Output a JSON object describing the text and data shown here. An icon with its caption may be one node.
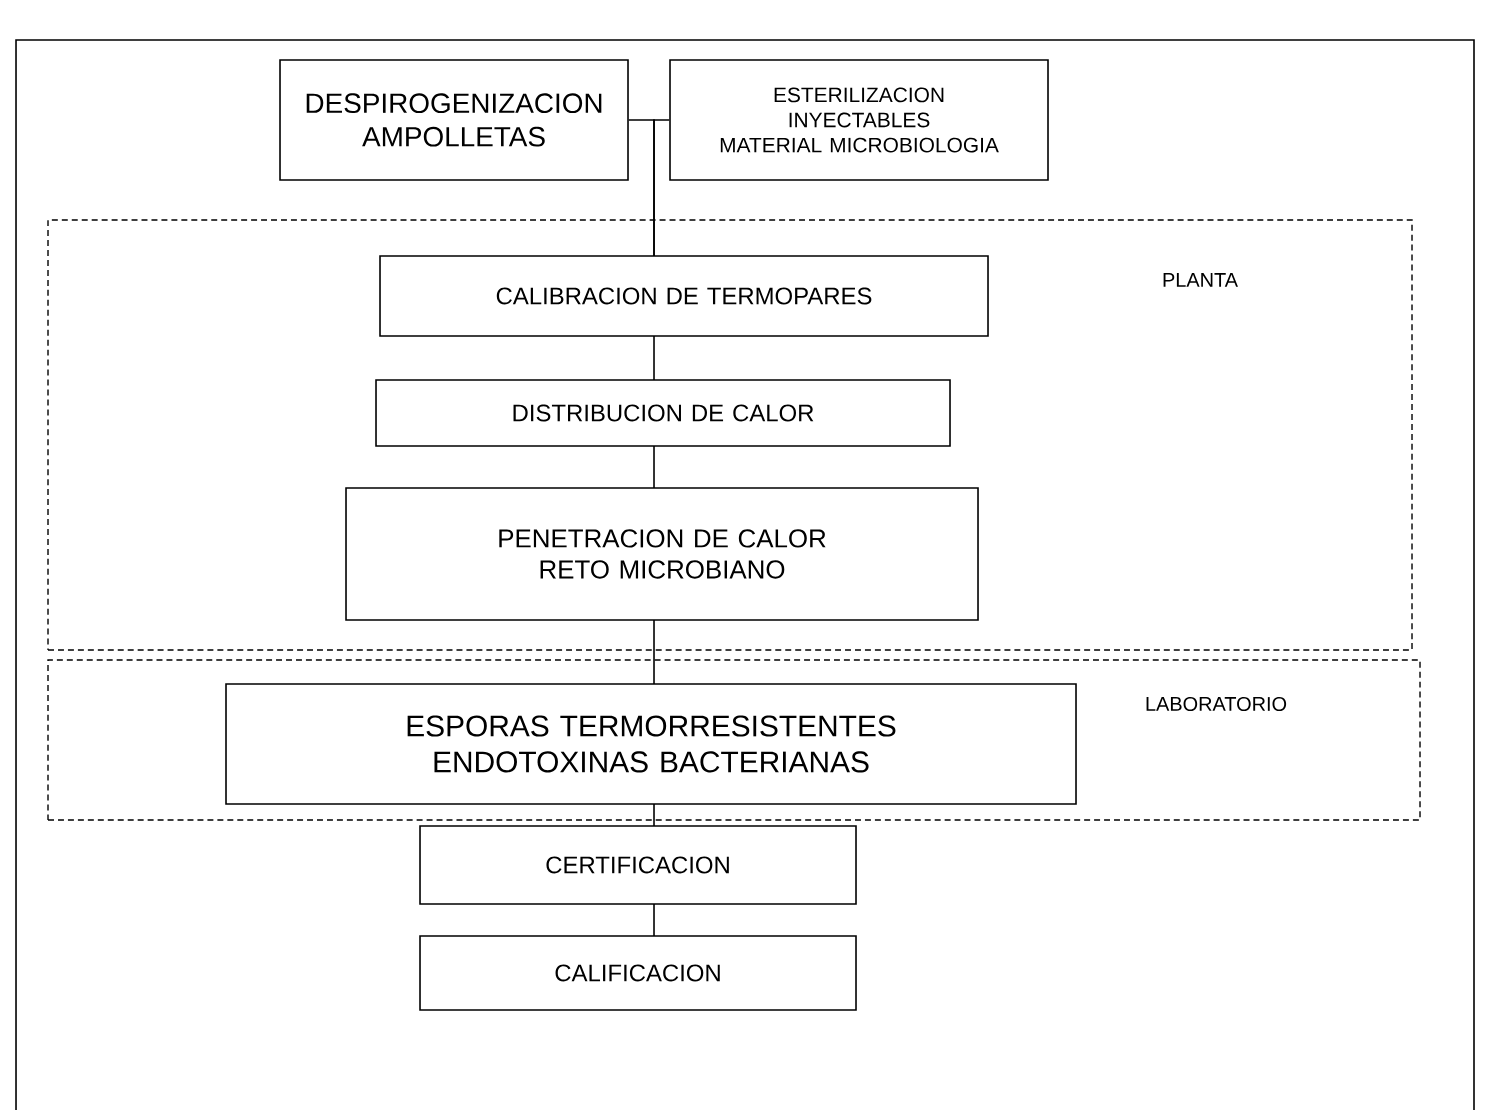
{
  "diagram": {
    "nodes": [
      {
        "text": [
          "DESPIROGENIZACION AMPOLLETAS"
        ]
      },
      {
        "text": [
          "ESTERILIZACION",
          "INYECTABLES",
          "MATERIAL MICROBIOLOGIA"
        ]
      },
      {
        "text": [
          "PLANTA"
        ]
      },
      {
        "text": [
          "CALIBRACION DE TERMOPARES"
        ],
        "in": 2
      },
      {
        "text": [
          "DISTRIBUCION DE CALOR"
        ],
        "in": 2
      },
      {
        "text": [
          "PENETRACION DE CALOR",
          "RETO MICROBIANO"
        ],
        "in": 2
      },
      {
        "text": [
          "LABORATORIO"
        ]
      },
      {
        "text": [
          "ESPORAS TERMORRESISTENTES",
          "ENDOTOXINAS BACTERIANAS"
        ],
        "in": 6
      },
      {
        "text": [
          "CERTIFICACION"
        ]
      },
      {
        "text": [
          "CALIFICACION"
        ]
      }
    ],
    "edges": [
      {
        "from": 0,
        "to": 3,
        "arrow": "none"
      },
      {
        "from": 1,
        "to": 3,
        "arrow": "none"
      },
      {
        "from": 3,
        "to": 4,
        "arrow": "none"
      },
      {
        "from": 4,
        "to": 5,
        "arrow": "none"
      },
      {
        "from": 5,
        "to": 7,
        "arrow": "none"
      },
      {
        "from": 7,
        "to": 8,
        "arrow": "none"
      },
      {
        "from": 8,
        "to": 9,
        "arrow": "none"
      }
    ]
  }
}
